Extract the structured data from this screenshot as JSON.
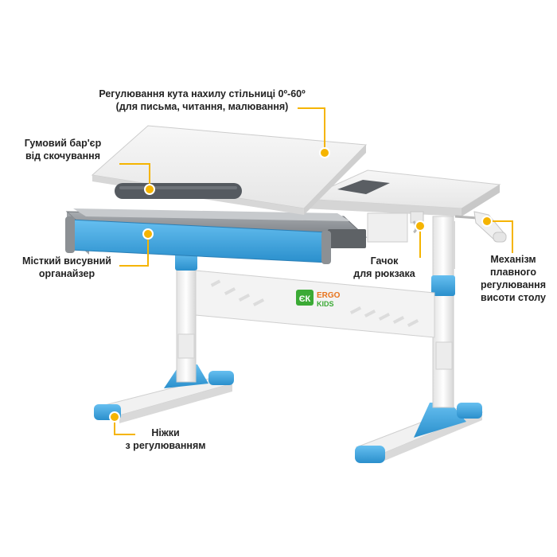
{
  "callouts": {
    "tilt": {
      "line1": "Регулювання кута нахилу стільниці 0º-60º",
      "line2": "(для письма, читання, малювання)"
    },
    "rubber": {
      "line1": "Гумовий бар'єр",
      "line2": "від скочування"
    },
    "organizer": {
      "line1": "Місткий висувний",
      "line2": "органайзер"
    },
    "hook": {
      "line1": "Гачок",
      "line2": "для рюкзака"
    },
    "mechanism": {
      "line1": "Механізм",
      "line2": "плавного",
      "line3": "регулювання",
      "line4": "висоти столу"
    },
    "legs": {
      "line1": "Ніжки",
      "line2": "з регулюванням"
    }
  },
  "logo": {
    "mark": "ЄК",
    "word1": "ERGO",
    "word2": "KIDS"
  },
  "colors": {
    "accent": "#F5B400",
    "brand_blue": "#3FA6DF",
    "logo_green": "#3BAA35",
    "logo_orange": "#E8731C"
  }
}
